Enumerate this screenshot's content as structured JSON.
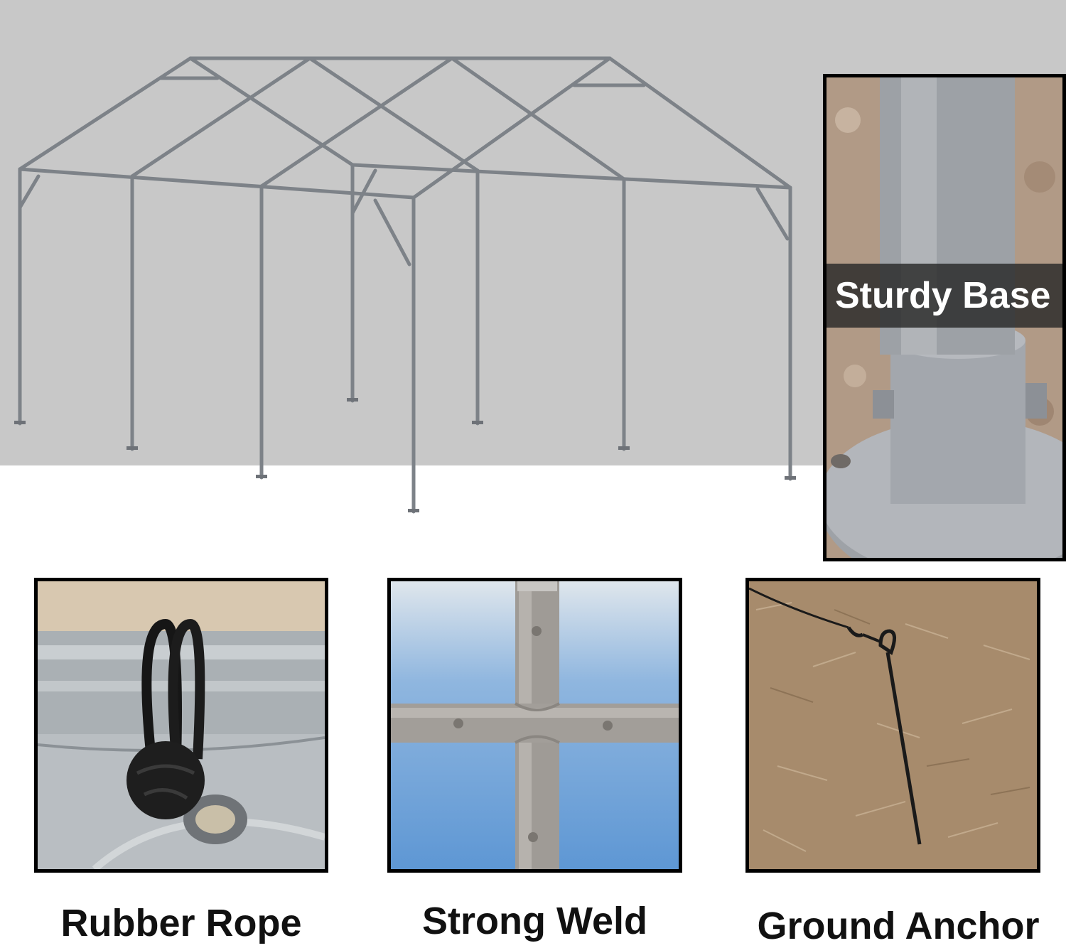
{
  "hero": {
    "subject": "canopy-frame",
    "background_color": "#c8c8c8"
  },
  "features": {
    "sturdy_base": {
      "label": "Sturdy Base",
      "icon": "base-plate-photo"
    },
    "rubber_rope": {
      "label": "Rubber Rope",
      "icon": "bungee-ball-photo"
    },
    "strong_weld": {
      "label": "Strong Weld",
      "icon": "cross-joint-photo"
    },
    "ground_anchor": {
      "label": "Ground Anchor",
      "icon": "stake-photo"
    }
  },
  "colors": {
    "frame_pipe": "#8c9096",
    "panel_border": "#000000",
    "label_band": "#282828"
  }
}
